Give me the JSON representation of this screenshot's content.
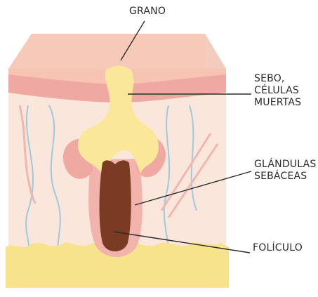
{
  "labels": {
    "grano": "GRANO",
    "sebo": [
      "SEBO,",
      "CÉLULAS",
      "MUERTAS"
    ],
    "glandulas": [
      "GLÁNDULAS",
      "SEBÁCEAS"
    ],
    "foliculo": "FOLÍCULO"
  },
  "colors": {
    "epidermis_top": "#f6c9b8",
    "epidermis_band": "#f0a8a2",
    "dermis": "#fbe6dc",
    "side_face": "#f4d2c3",
    "sebum": "#fbe79a",
    "follicle_dark": "#7a3b22",
    "follicle_wall": "#f3b3ad",
    "fat_layer": "#f7e38c",
    "vessel_blue": "#9ec9df",
    "leader_line": "#2b2b2b"
  }
}
